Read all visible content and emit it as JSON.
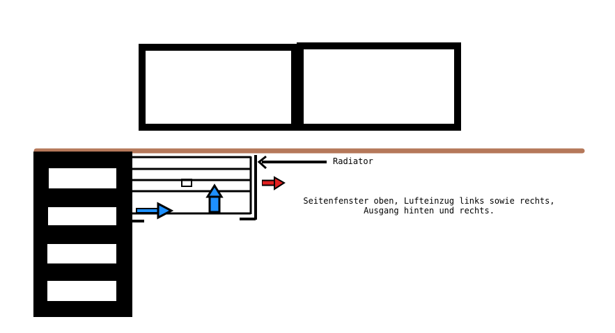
{
  "labels": {
    "radiator": "Radiator",
    "note_line1": "Seitenfenster oben, Lufteinzug links sowie rechts,",
    "note_line2": "Ausgang hinten und rechts."
  },
  "colors": {
    "outline": "#000000",
    "shelf": "#b5785a",
    "intake_arrow": "#1e90ff",
    "exhaust_arrow": "#e02020",
    "background": "#ffffff"
  }
}
